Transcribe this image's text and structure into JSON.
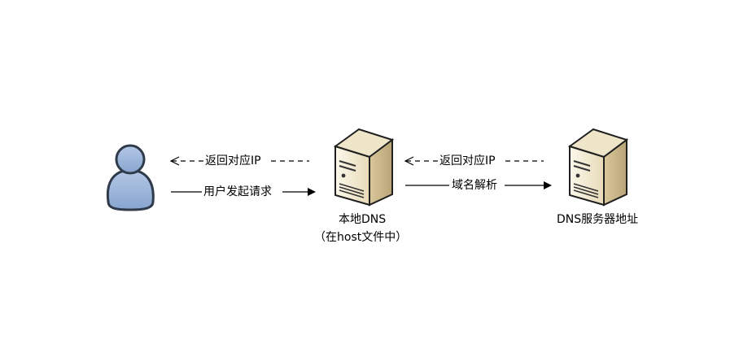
{
  "nodes": {
    "user": {
      "label": ""
    },
    "local_dns": {
      "label_line1": "本地DNS",
      "label_line2": "（在host文件中）"
    },
    "dns_server": {
      "label": "DNS服务器地址"
    }
  },
  "arrows": {
    "user_request": {
      "label": "用户发起请求"
    },
    "return_ip_to_user": {
      "label": "返回对应IP"
    },
    "domain_resolution": {
      "label": "域名解析"
    },
    "return_ip_to_local": {
      "label": "返回对应IP"
    }
  },
  "colors": {
    "user_fill": "#97b3d6",
    "user_stroke": "#2f3a4a",
    "server_fill": "#f2ead2",
    "server_shade": "#d8c9a0",
    "server_stroke": "#1f1f1f",
    "line": "#000000"
  },
  "icons": {
    "user": "user-icon",
    "server": "server-icon"
  }
}
